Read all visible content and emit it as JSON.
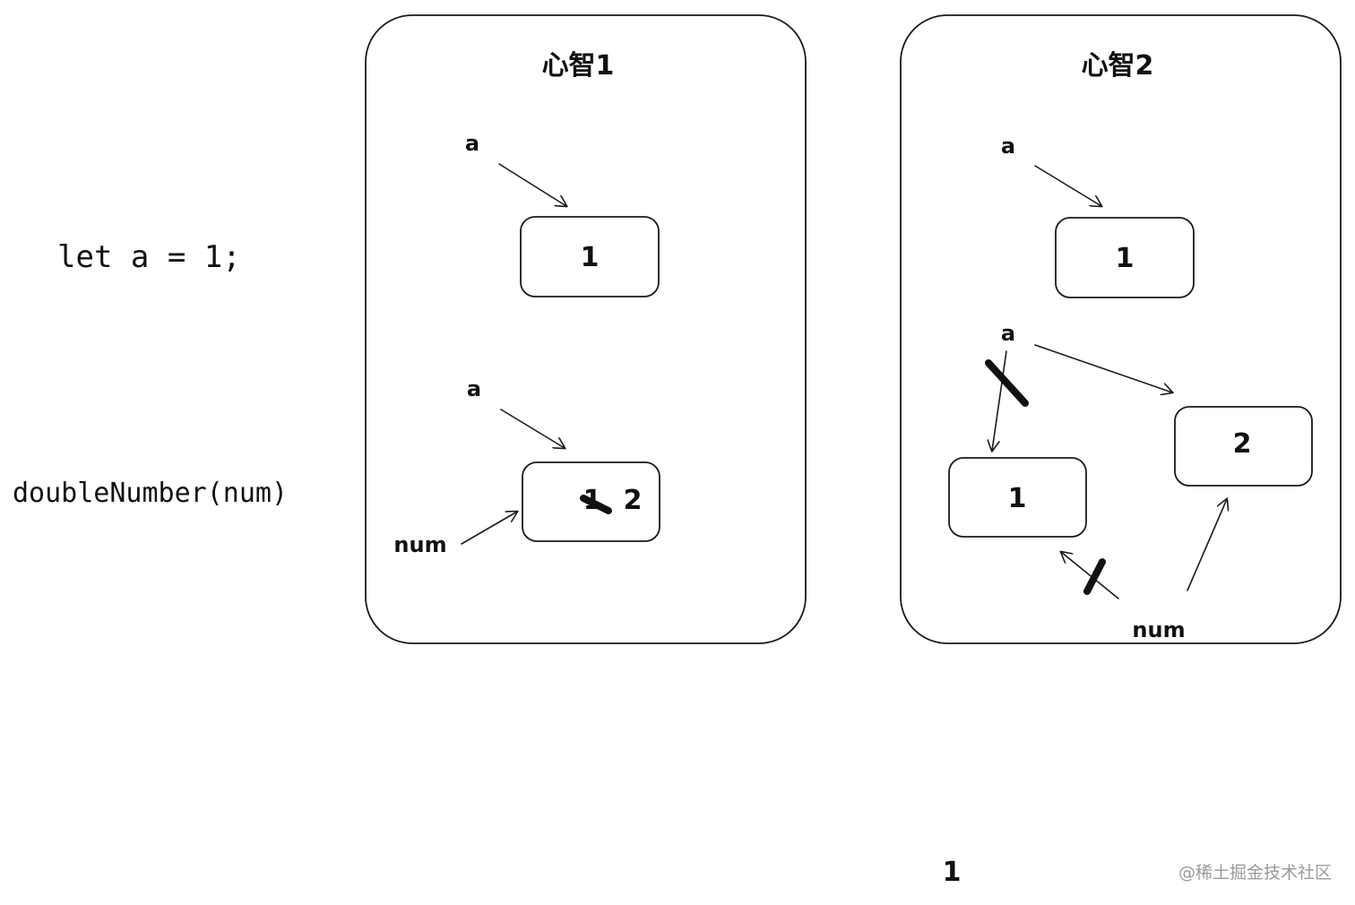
{
  "code": {
    "line1": "let a = 1;",
    "line2": "doubleNumber(num)"
  },
  "panel1": {
    "title": "心智1",
    "top": {
      "var_label": "a",
      "box_value": "1"
    },
    "bottom": {
      "var_label": "a",
      "param_label": "num",
      "old_value": "1",
      "new_value": "2"
    }
  },
  "panel2": {
    "title": "心智2",
    "top": {
      "var_label": "a",
      "box_value": "1"
    },
    "bottom": {
      "var_label": "a",
      "param_label": "num",
      "left_box_value": "1",
      "right_box_value": "2"
    }
  },
  "footer": {
    "page_number": "1",
    "watermark": "@稀土掘金技术社区"
  }
}
